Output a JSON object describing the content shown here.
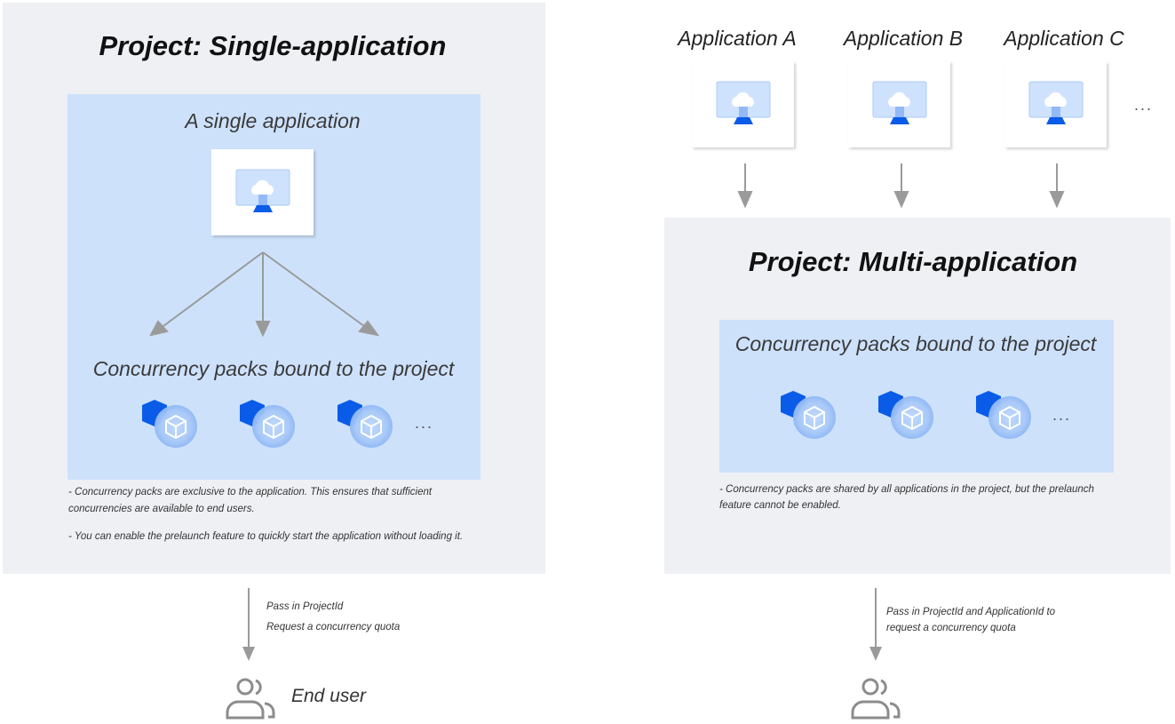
{
  "left": {
    "title": "Project: Single-application",
    "inner_title": "A single application",
    "packs_title": "Concurrency packs bound to the project",
    "ellipsis": "...",
    "notes": [
      "- Concurrency packs are exclusive to the application. This ensures that sufficient concurrencies are available to end users.",
      "- You can enable the prelaunch feature to quickly start the application without loading it."
    ],
    "flow_labels": [
      "Pass in ProjectId",
      "Request a concurrency quota"
    ],
    "user_label": "End user"
  },
  "right": {
    "applications": [
      "Application A",
      "Application B",
      "Application C"
    ],
    "apps_ellipsis": "...",
    "title": "Project: Multi-application",
    "packs_title": "Concurrency packs bound to the project",
    "ellipsis": "...",
    "notes": [
      "- Concurrency packs are shared by all applications in the project, but the prelaunch feature cannot be enabled."
    ],
    "flow_label": "Pass in ProjectId and ApplicationId to request a concurrency quota"
  },
  "colors": {
    "panel": "#eef0f4",
    "inner": "#cde1fb",
    "accent": "#0a5ce8",
    "arrow": "#9a9a9a"
  }
}
